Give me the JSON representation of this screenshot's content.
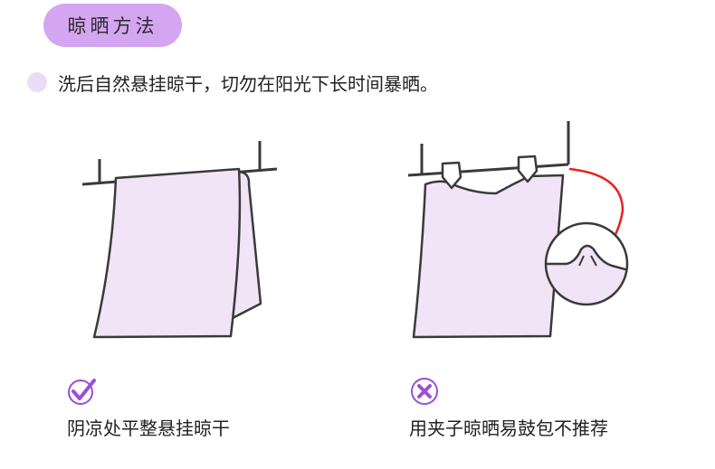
{
  "section_title": "晾晒方法",
  "tip": "洗后自然悬挂晾干，切勿在阳光下长时间暴晒。",
  "correct_method": {
    "status_icon": "check-icon",
    "caption": "阴凉处平整悬挂晾干"
  },
  "wrong_method": {
    "status_icon": "cross-icon",
    "caption": "用夹子晾晒易鼓包不推荐"
  },
  "colors": {
    "accent_purple": "#d4a6f2",
    "towel_fill": "#f1e4f7",
    "outline": "#3a3a3a",
    "arrow_red": "#e62222",
    "icon_purple": "#9b4fd8"
  }
}
